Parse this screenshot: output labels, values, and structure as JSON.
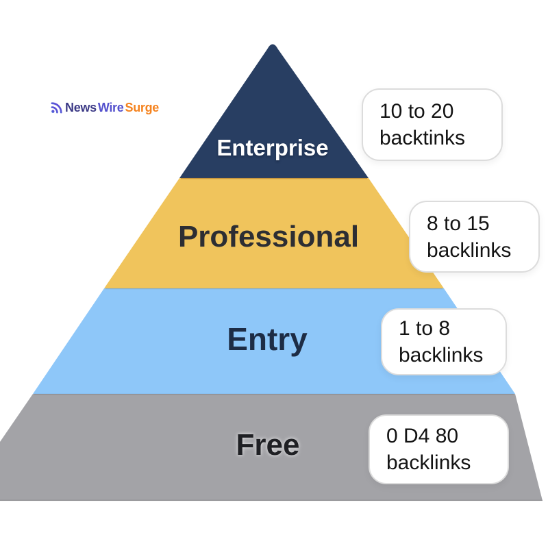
{
  "brand": {
    "icon": "rss-signal-icon",
    "name_part1": "News",
    "name_part2": "Wire",
    "name_part3": "Surge",
    "color_part1": "#3c3a86",
    "color_part2": "#5451cd",
    "color_part3": "#f5831f",
    "icon_color_start": "#3f6fd8",
    "icon_color_end": "#6a43d4"
  },
  "pyramid": {
    "tiers": [
      {
        "name": "Enterprise",
        "fill": "#283e62",
        "label_color": "#ffffff",
        "callout": {
          "line1": "10 to 20",
          "line2": "backtinks"
        }
      },
      {
        "name": "Professional",
        "fill": "#f0c45c",
        "label_color": "#2d2e33",
        "callout": {
          "line1": "8 to 15",
          "line2": "backlinks"
        }
      },
      {
        "name": "Entry",
        "fill": "#8ec7f9",
        "label_color": "#1d2c45",
        "callout": {
          "line1": "1 to 8",
          "line2": "backlinks"
        }
      },
      {
        "name": "Free",
        "fill": "#a3a3a7",
        "label_color": "#1f2024",
        "callout": {
          "line1": "0 D4 80",
          "line2": "backlinks"
        }
      }
    ]
  }
}
